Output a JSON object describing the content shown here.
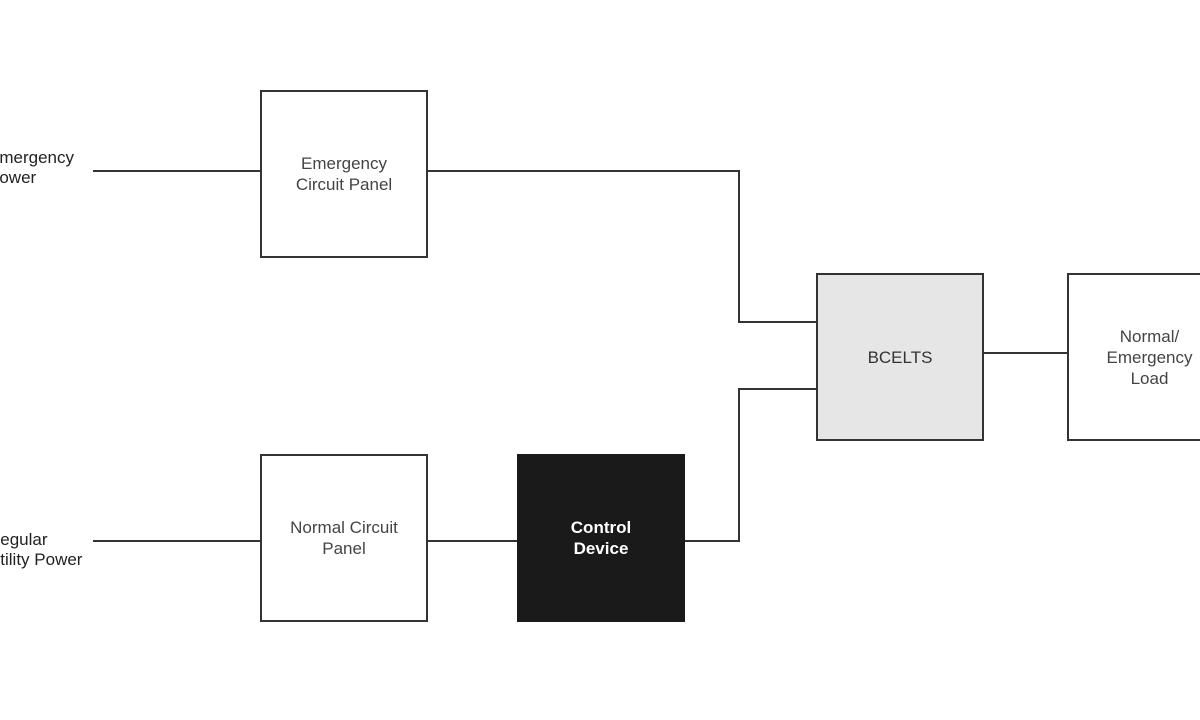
{
  "diagram": {
    "sources": {
      "emergency": "Emergency\nPower",
      "regular": "Regular\nUtility Power"
    },
    "blocks": {
      "emergency_panel": "Emergency\nCircuit Panel",
      "normal_panel": "Normal Circuit\nPanel",
      "control_device": "Control\nDevice",
      "bcelts": "BCELTS",
      "load": "Normal/\nEmergency\nLoad"
    },
    "colors": {
      "line": "#333333",
      "control_device_fill": "#1a1a1a",
      "bcelts_fill": "#e6e6e6"
    }
  }
}
